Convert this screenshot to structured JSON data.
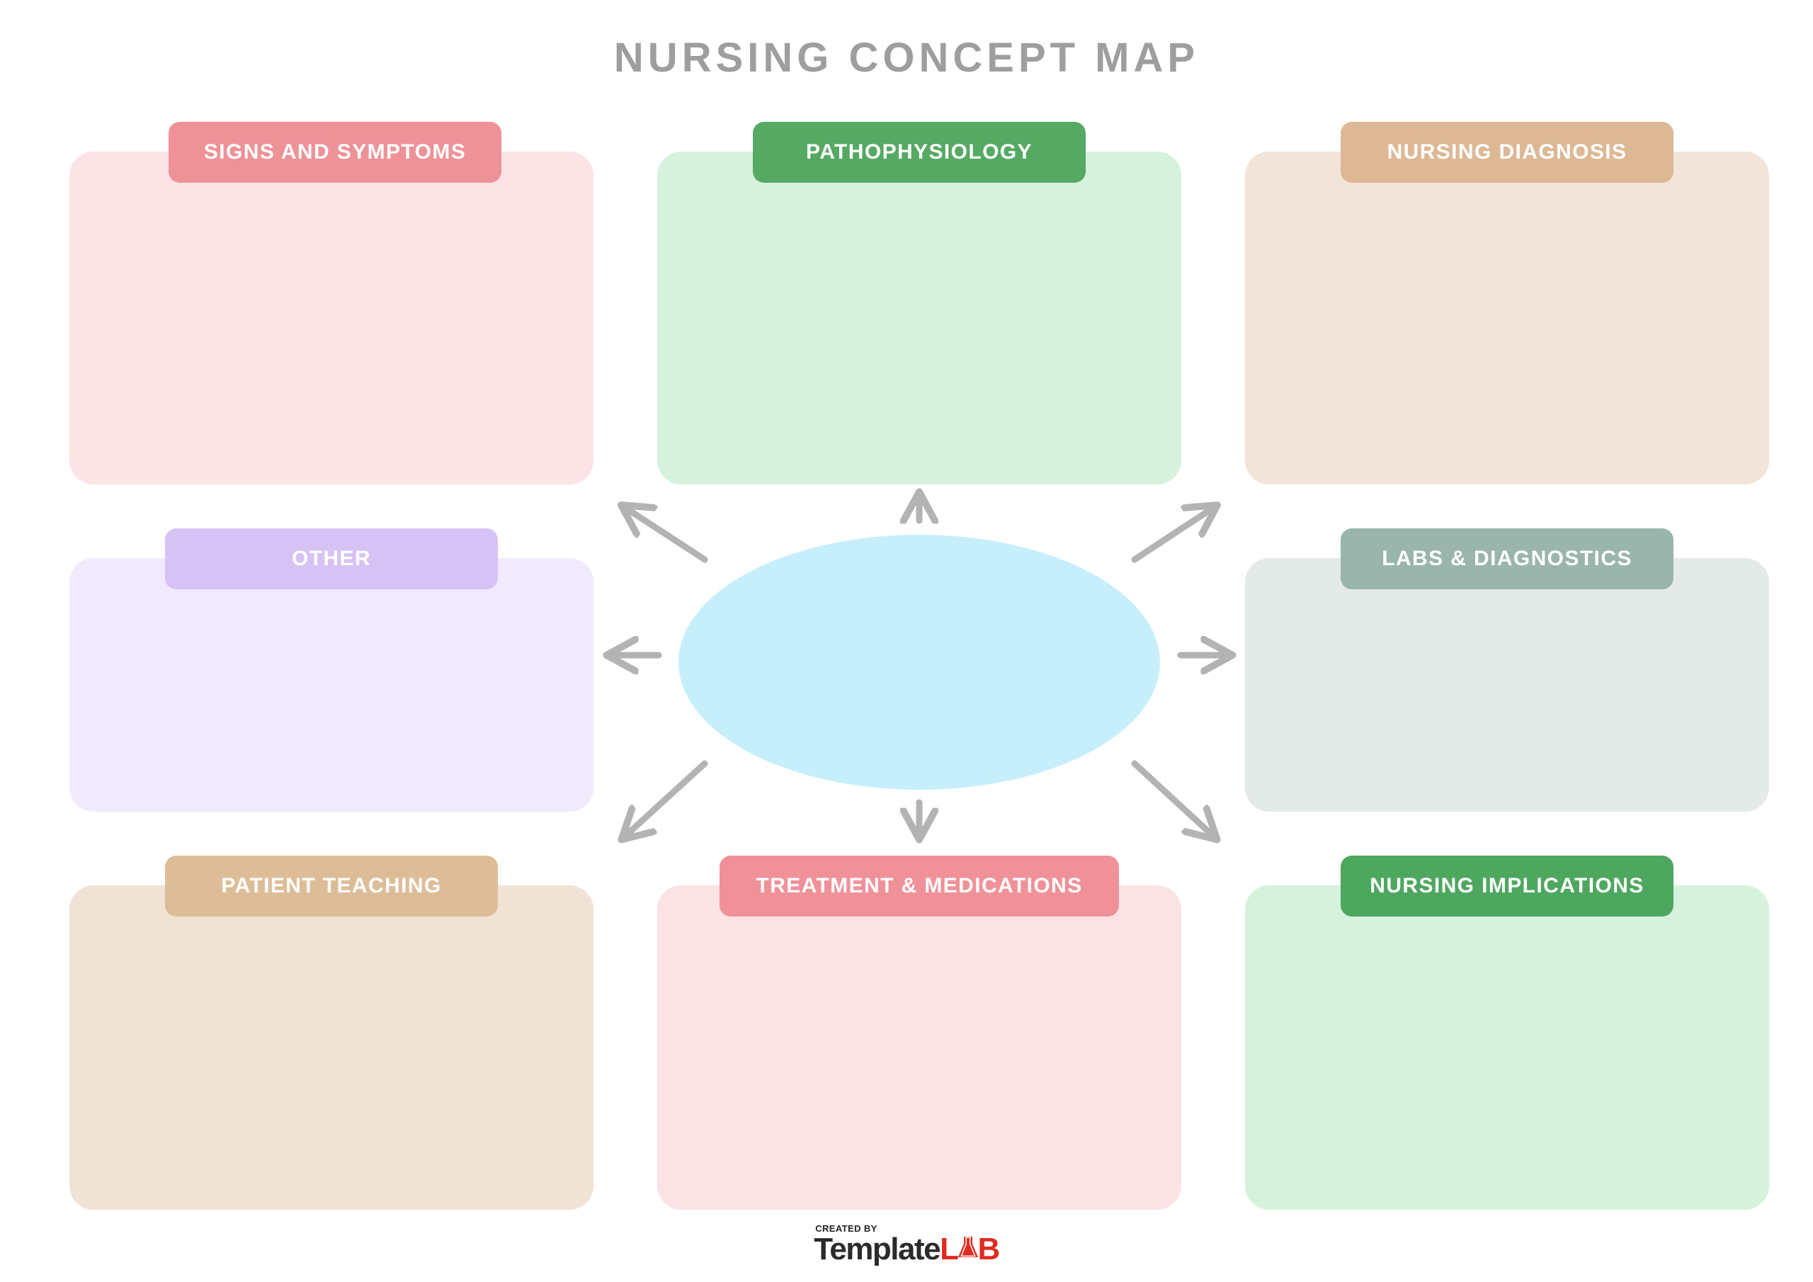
{
  "page": {
    "title": "NURSING CONCEPT MAP",
    "title_color": "#9e9e9e",
    "background": "#ffffff"
  },
  "center_node": {
    "name": "central-topic-ellipse",
    "label": "",
    "fill_color": "#c6effb"
  },
  "arrows": {
    "color": "#b3b3b3",
    "directions": [
      "up-left",
      "up",
      "up-right",
      "left",
      "right",
      "down-left",
      "down",
      "down-right"
    ]
  },
  "sections": [
    {
      "id": "signs-and-symptoms",
      "label": "SIGNS AND SYMPTOMS",
      "header_color": "#ee9298",
      "body_color": "#fbe3e6",
      "content": "",
      "placeholder": ""
    },
    {
      "id": "pathophysiology",
      "label": "PATHOPHYSIOLOGY",
      "header_color": "#56a963",
      "body_color": "#d6f2dc",
      "content": "",
      "placeholder": ""
    },
    {
      "id": "nursing-diagnosis",
      "label": "NURSING DIAGNOSIS",
      "header_color": "#ddb894",
      "body_color": "#f2e4d8",
      "content": "",
      "placeholder": ""
    },
    {
      "id": "other",
      "label": "OTHER",
      "header_color": "#d6c2f5",
      "body_color": "#f1e9fd",
      "content": "",
      "placeholder": ""
    },
    {
      "id": "labs-and-diagnostics",
      "label": "LABS & DIAGNOSTICS",
      "header_color": "#9ab5ac",
      "body_color": "#e4eae7",
      "content": "",
      "placeholder": ""
    },
    {
      "id": "patient-teaching",
      "label": "PATIENT TEACHING",
      "header_color": "#ddbd98",
      "body_color": "#f0e2d4",
      "content": "",
      "placeholder": ""
    },
    {
      "id": "treatment-and-medications",
      "label": "TREATMENT & MEDICATIONS",
      "header_color": "#f09199",
      "body_color": "#fbe2e5",
      "content": "",
      "placeholder": ""
    },
    {
      "id": "nursing-implications",
      "label": "NURSING IMPLICATIONS",
      "header_color": "#4ea75f",
      "body_color": "#d6f2dc",
      "content": "",
      "placeholder": ""
    }
  ],
  "footer": {
    "created_by": "CREATED BY",
    "brand_primary": "Template",
    "brand_accent_l": "L",
    "brand_accent_b": "B",
    "brand_accent_full": "LAB",
    "primary_color": "#2b2b2b",
    "accent_color": "#e02b20"
  }
}
